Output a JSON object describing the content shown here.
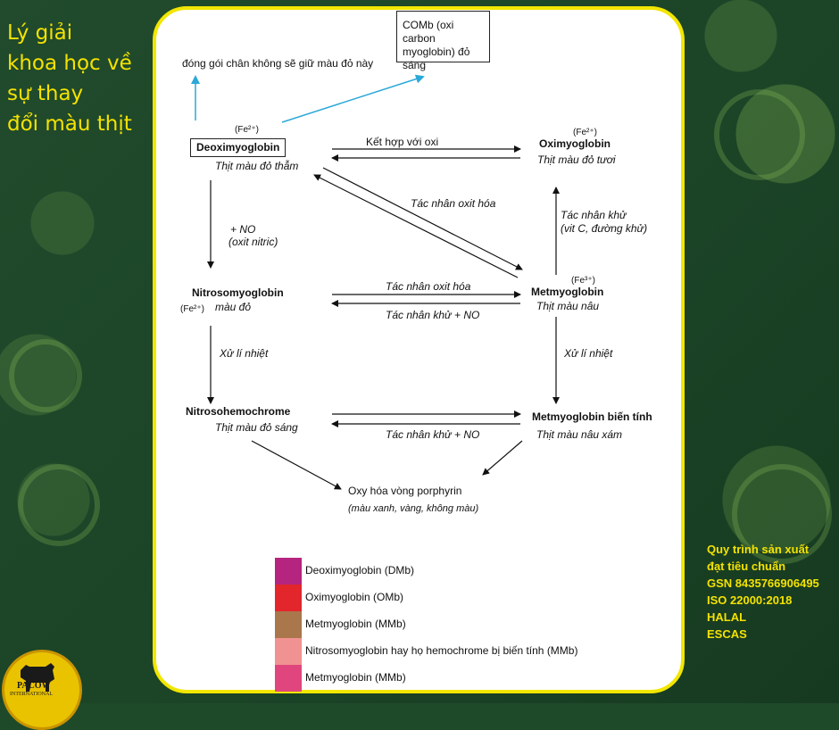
{
  "side_title": [
    "Lý giải",
    "khoa học về",
    "sự thay",
    "đổi màu thịt"
  ],
  "side_info": [
    "Quy trình sản xuất",
    "đạt tiêu chuẩn",
    "GSN 8435766906495",
    "ISO 22000:2018",
    "HALAL",
    "ESCAS"
  ],
  "logo_text": [
    "PACOW",
    "INTERNATIONAL"
  ],
  "nodes": {
    "comb_box": [
      "COMb (oxi carbon",
      "myoglobin) đỏ sáng"
    ],
    "vacuum": "đóng gói chân không sẽ giữ màu đỏ này",
    "deoxy_fe": "(Fe²⁺)",
    "deoxy": "Deoximyoglobin",
    "deoxy_color": "Thịt màu đỏ thẫm",
    "oxy_fe": "(Fe²⁺)",
    "oxy": "Oximyoglobin",
    "oxy_color": "Thịt màu đỏ tươi",
    "nitroso": "Nitrosomyoglobin",
    "nitroso_fe": "(Fe²⁺)",
    "nitroso_color": "màu đỏ",
    "met_fe": "(Fe³⁺)",
    "met": "Metmyoglobin",
    "met_color": "Thịt màu nâu",
    "nitrosohemo": "Nitrosohemochrome",
    "nitrosohemo_color": "Thịt màu đỏ sáng",
    "metbt": "Metmyoglobin biến tính",
    "metbt_color": "Thịt màu nâu xám",
    "porphyrin": "Oxy hóa vòng porphyrin",
    "porphyrin_colors": "(màu xanh, vàng, không màu)"
  },
  "edge_labels": {
    "combine_oxygen": "Kết hợp với oxi",
    "oxidizer_diag": "Tác nhân oxit hóa",
    "reducer": "Tác nhân khử",
    "reducer_detail": "(vit C, đường khử)",
    "plus_no": "+ NO",
    "nitric_oxide": "(oxit nitric)",
    "oxidizer_mid": "Tác nhân oxit hóa",
    "reducer_no_mid": "Tác nhân khử + NO",
    "heat_left": "Xử lí nhiệt",
    "heat_right": "Xử lí nhiệt",
    "reducer_no_bottom": "Tác nhân khử + NO"
  },
  "legend": [
    {
      "label": "Deoximyoglobin (DMb)",
      "color": "#b5247e"
    },
    {
      "label": "Oximyoglobin (OMb)",
      "color": "#e2262b"
    },
    {
      "label": "Metmyoglobin (MMb)",
      "color": "#a9774b"
    },
    {
      "label": "Nitrosomyoglobin hay họ hemochrome bị biến tính (MMb)",
      "color": "#f19292"
    },
    {
      "label": "Metmyoglobin (MMb)",
      "color": "#e0467d"
    }
  ],
  "colors": {
    "panel_border": "#f2e600",
    "background": "#1f4a2a",
    "cyan_arrow": "#2aa8d8",
    "title_yellow": "#f4e200"
  }
}
